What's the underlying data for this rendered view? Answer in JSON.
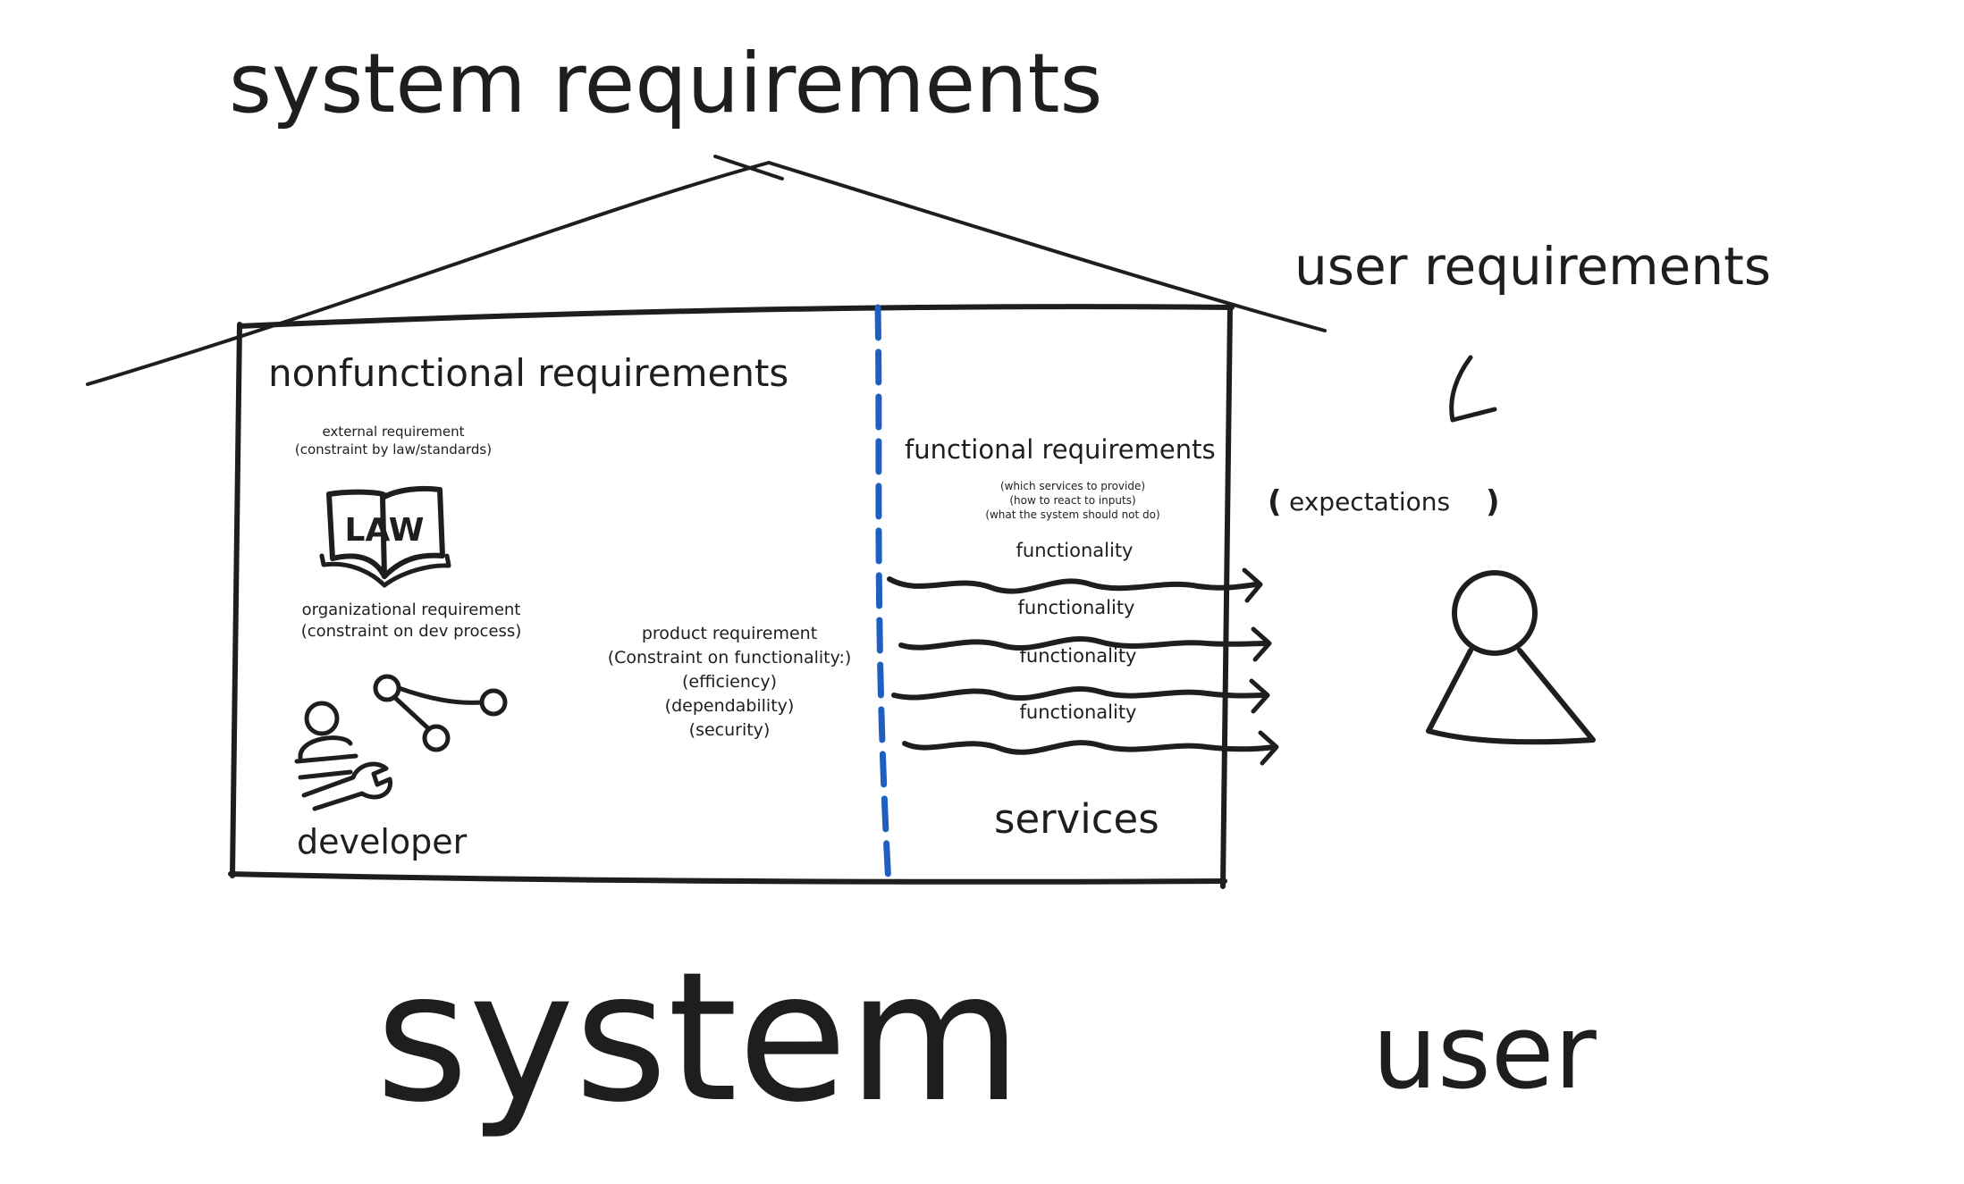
{
  "titles": {
    "system_requirements": "system requirements",
    "user_requirements": "user requirements",
    "system": "system",
    "user": "user"
  },
  "nonfunctional": {
    "heading": "nonfunctional requirements",
    "external": {
      "line1": "external requirement",
      "line2": "(constraint by law/standards)",
      "law_label": "LAW"
    },
    "organizational": {
      "line1": "organizational requirement",
      "line2": "(constraint on dev process)"
    },
    "developer_label": "developer",
    "product": {
      "line1": "product requirement",
      "line2": "(Constraint on functionality:)",
      "line3": "(efficiency)",
      "line4": "(dependability)",
      "line5": "(security)"
    }
  },
  "functional": {
    "heading": "functional requirements",
    "notes": [
      "(which services to provide)",
      "(how to react to inputs)",
      "(what the system should not do)"
    ],
    "functionality_labels": [
      "functionality",
      "functionality",
      "functionality",
      "functionality"
    ],
    "services_label": "services"
  },
  "user_side": {
    "expectations": "expectations",
    "bracket_open": "(",
    "bracket_close": ")"
  },
  "colors": {
    "ink": "#1e1e1e",
    "divider": "#1f5fc1",
    "background": "#ffffff"
  }
}
